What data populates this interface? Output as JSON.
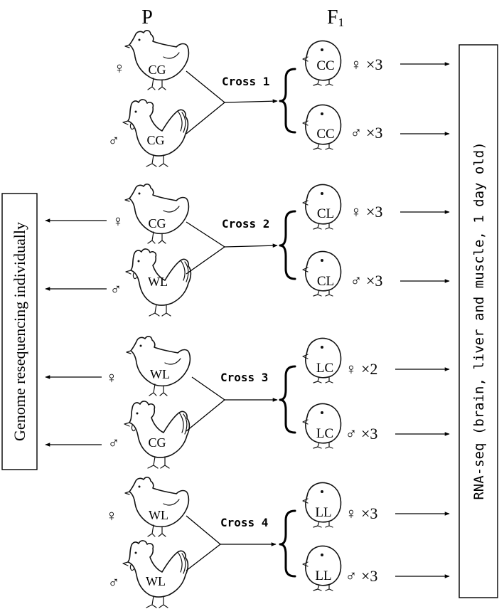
{
  "headers": {
    "parent": "P",
    "f1_main": "F",
    "f1_sub": "1"
  },
  "sex_symbols": {
    "female": "♀",
    "male": "♂"
  },
  "crosses": [
    {
      "label": "Cross 1",
      "female_parent": "CG",
      "male_parent": "CG",
      "offspring_label": "CC",
      "offspring": [
        {
          "sex": "♀",
          "count": "×3"
        },
        {
          "sex": "♂",
          "count": "×3"
        }
      ]
    },
    {
      "label": "Cross 2",
      "female_parent": "CG",
      "male_parent": "WL",
      "offspring_label": "CL",
      "offspring": [
        {
          "sex": "♀",
          "count": "×3"
        },
        {
          "sex": "♂",
          "count": "×3"
        }
      ]
    },
    {
      "label": "Cross 3",
      "female_parent": "WL",
      "male_parent": "CG",
      "offspring_label": "LC",
      "offspring": [
        {
          "sex": "♀",
          "count": "×2"
        },
        {
          "sex": "♂",
          "count": "×3"
        }
      ]
    },
    {
      "label": "Cross 4",
      "female_parent": "WL",
      "male_parent": "WL",
      "offspring_label": "LL",
      "offspring": [
        {
          "sex": "♀",
          "count": "×3"
        },
        {
          "sex": "♂",
          "count": "×3"
        }
      ]
    }
  ],
  "left_box": "Genome resequencing individually",
  "right_box": "RNA-seq (brain, liver and muscle, 1 day old)"
}
